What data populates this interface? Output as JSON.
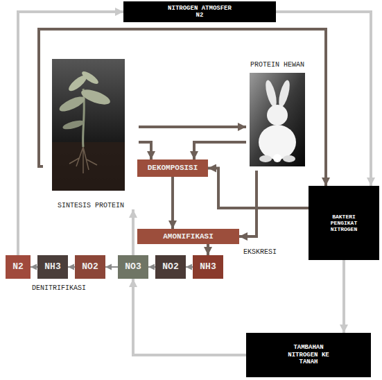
{
  "diagram": {
    "nodes": [
      {
        "text": [
          "NITROGEN ATMOSFER N2"
        ]
      },
      {
        "text": [
          "SINTESIS PROTEIN"
        ]
      },
      {
        "text": [
          "PROTEIN HEWAN"
        ]
      },
      {
        "text": [
          "DEKOMPOSISI"
        ]
      },
      {
        "text": [
          "BAKTERI PENGIKAT NITROGEN"
        ]
      },
      {
        "text": [
          "AMONIFIKASI"
        ]
      },
      {
        "text": [
          "N2"
        ]
      },
      {
        "text": [
          "NH3"
        ]
      },
      {
        "text": [
          "NO2"
        ]
      },
      {
        "text": [
          "NO3"
        ]
      },
      {
        "text": [
          "NO2"
        ]
      },
      {
        "text": [
          "NH3"
        ]
      },
      {
        "text": [
          "TAMBAHAN NITROGEN KE TANAH"
        ]
      }
    ],
    "edges": [
      {
        "from": 6,
        "to": 0,
        "arrow": "to"
      },
      {
        "from": 0,
        "to": 4,
        "arrow": "to"
      },
      {
        "from": 1,
        "to": 4,
        "arrow": "to"
      },
      {
        "from": 1,
        "to": 2,
        "arrow": "to"
      },
      {
        "from": 1,
        "to": 3,
        "arrow": "to"
      },
      {
        "from": 2,
        "to": 3,
        "arrow": "to"
      },
      {
        "from": 4,
        "to": 3,
        "arrow": "to"
      },
      {
        "from": 3,
        "to": 5,
        "arrow": "to"
      },
      {
        "from": 2,
        "to": 5,
        "label": "EKSKRESI",
        "arrow": "to"
      },
      {
        "from": 5,
        "to": 11,
        "arrow": "to"
      },
      {
        "from": 11,
        "to": 10,
        "arrow": "to"
      },
      {
        "from": 10,
        "to": 9,
        "arrow": "to"
      },
      {
        "from": 9,
        "to": 8,
        "arrow": "to"
      },
      {
        "from": 8,
        "to": 7,
        "arrow": "to"
      },
      {
        "from": 7,
        "to": 6,
        "arrow": "to"
      },
      {
        "from": 4,
        "to": 12,
        "arrow": "to"
      },
      {
        "from": 12,
        "to": 9,
        "arrow": "to"
      },
      {
        "from": 9,
        "to": 1,
        "arrow": "to"
      }
    ],
    "labels": [
      "DENITRIFIKASI"
    ]
  }
}
